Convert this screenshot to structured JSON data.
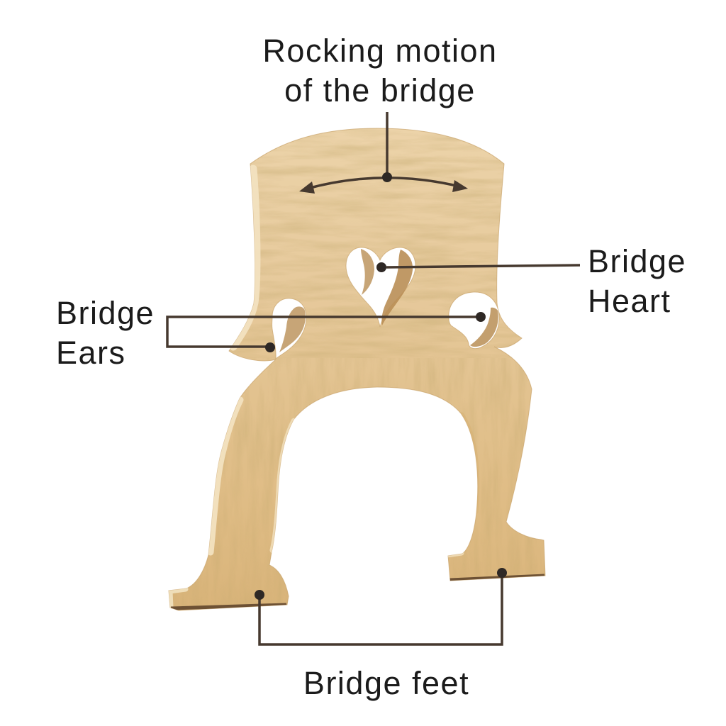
{
  "diagram": {
    "background": "#ffffff",
    "title": {
      "line1": "Rocking motion",
      "line2": "of the bridge"
    },
    "labels": {
      "heart": {
        "line1": "Bridge",
        "line2": "Heart"
      },
      "ears": {
        "line1": "Bridge",
        "line2": "Ears"
      },
      "feet": {
        "line1": "Bridge feet"
      }
    },
    "colors": {
      "text": "#1b1b1b",
      "connector": "#46392f",
      "dot": "#2e2825",
      "wood_base": "#e4c493",
      "wood_light_edge": "#f2e2c0",
      "wood_inner_wall": "#b98e55",
      "foot_bottom_edge": "#6d5134"
    }
  }
}
